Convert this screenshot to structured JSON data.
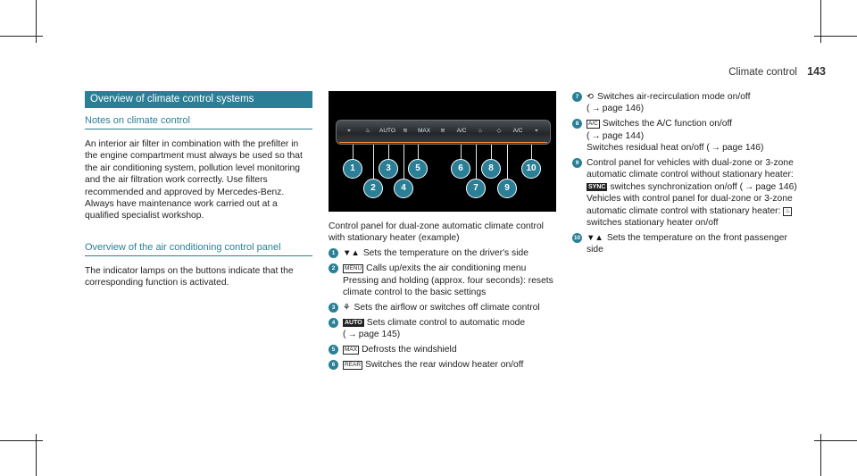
{
  "header": {
    "chapter": "Climate control",
    "page": "143"
  },
  "section_title": "Overview of climate control systems",
  "notes": {
    "heading": "Notes on climate control",
    "text": "An interior air filter in combination with the prefilter in the engine compartment must always be used so that the air conditioning system, pollution level monitoring and the air filtration work correctly. Use filters recommended and approved by Mercedes-Benz. Always have maintenance work carried out at a qualified specialist workshop."
  },
  "overview": {
    "heading": "Overview of the air conditioning control panel",
    "text": "The indicator lamps on the buttons indicate that the corresponding function is activated."
  },
  "figure": {
    "panel_buttons": [
      "⌖",
      "♨",
      "AUTO",
      "≋",
      "MAX",
      "≋",
      "A/C",
      "⌂",
      "◇",
      "A/C",
      "⌖"
    ],
    "callouts": [
      "1",
      "2",
      "3",
      "4",
      "5",
      "6",
      "7",
      "8",
      "9",
      "10"
    ]
  },
  "caption": "Control panel for dual-zone automatic climate control with stationary heater (example)",
  "items": [
    {
      "num": "1",
      "symbol": "▼▲",
      "text": "Sets the temperature on the driver's side"
    },
    {
      "num": "2",
      "symbol": "MENU",
      "text": "Calls up/exits the air conditioning menu",
      "extra": "Pressing and holding (approx. four seconds): resets climate control to the basic settings"
    },
    {
      "num": "3",
      "symbol": "⚘",
      "text": "Sets the airflow or switches off climate control"
    },
    {
      "num": "4",
      "symbol": "AUTO",
      "text": "Sets climate control to automatic mode",
      "ref": "page 145"
    },
    {
      "num": "5",
      "symbol": "MAX",
      "text": "Defrosts the windshield"
    },
    {
      "num": "6",
      "symbol": "REAR",
      "text": "Switches the rear window heater on/off"
    },
    {
      "num": "7",
      "symbol": "⟲",
      "text": "Switches air-recirculation mode on/off",
      "ref": "page 146"
    },
    {
      "num": "8",
      "symbol": "A/C",
      "text": "Switches the A/C function on/off",
      "ref": "page 144",
      "extra": "Switches residual heat on/off",
      "extra_ref": "page 146"
    },
    {
      "num": "9",
      "symbol": "SYNC",
      "text": "Control panel for vehicles with dual-zone or 3-zone automatic climate control without stationary heater:",
      "text2": "switches synchronization on/off",
      "ref": "page 146",
      "extra": "Vehicles with control panel for dual-zone or 3-zone automatic climate control with stationary heater:",
      "extra_symbol": "♨",
      "extra2": "switches stationary heater on/off"
    },
    {
      "num": "10",
      "symbol": "▼▲",
      "text": "Sets the temperature on the front passenger side"
    }
  ],
  "colors": {
    "accent": "#2a7f96",
    "figure_bg": "#000000",
    "lamp": "#ff8a30"
  }
}
